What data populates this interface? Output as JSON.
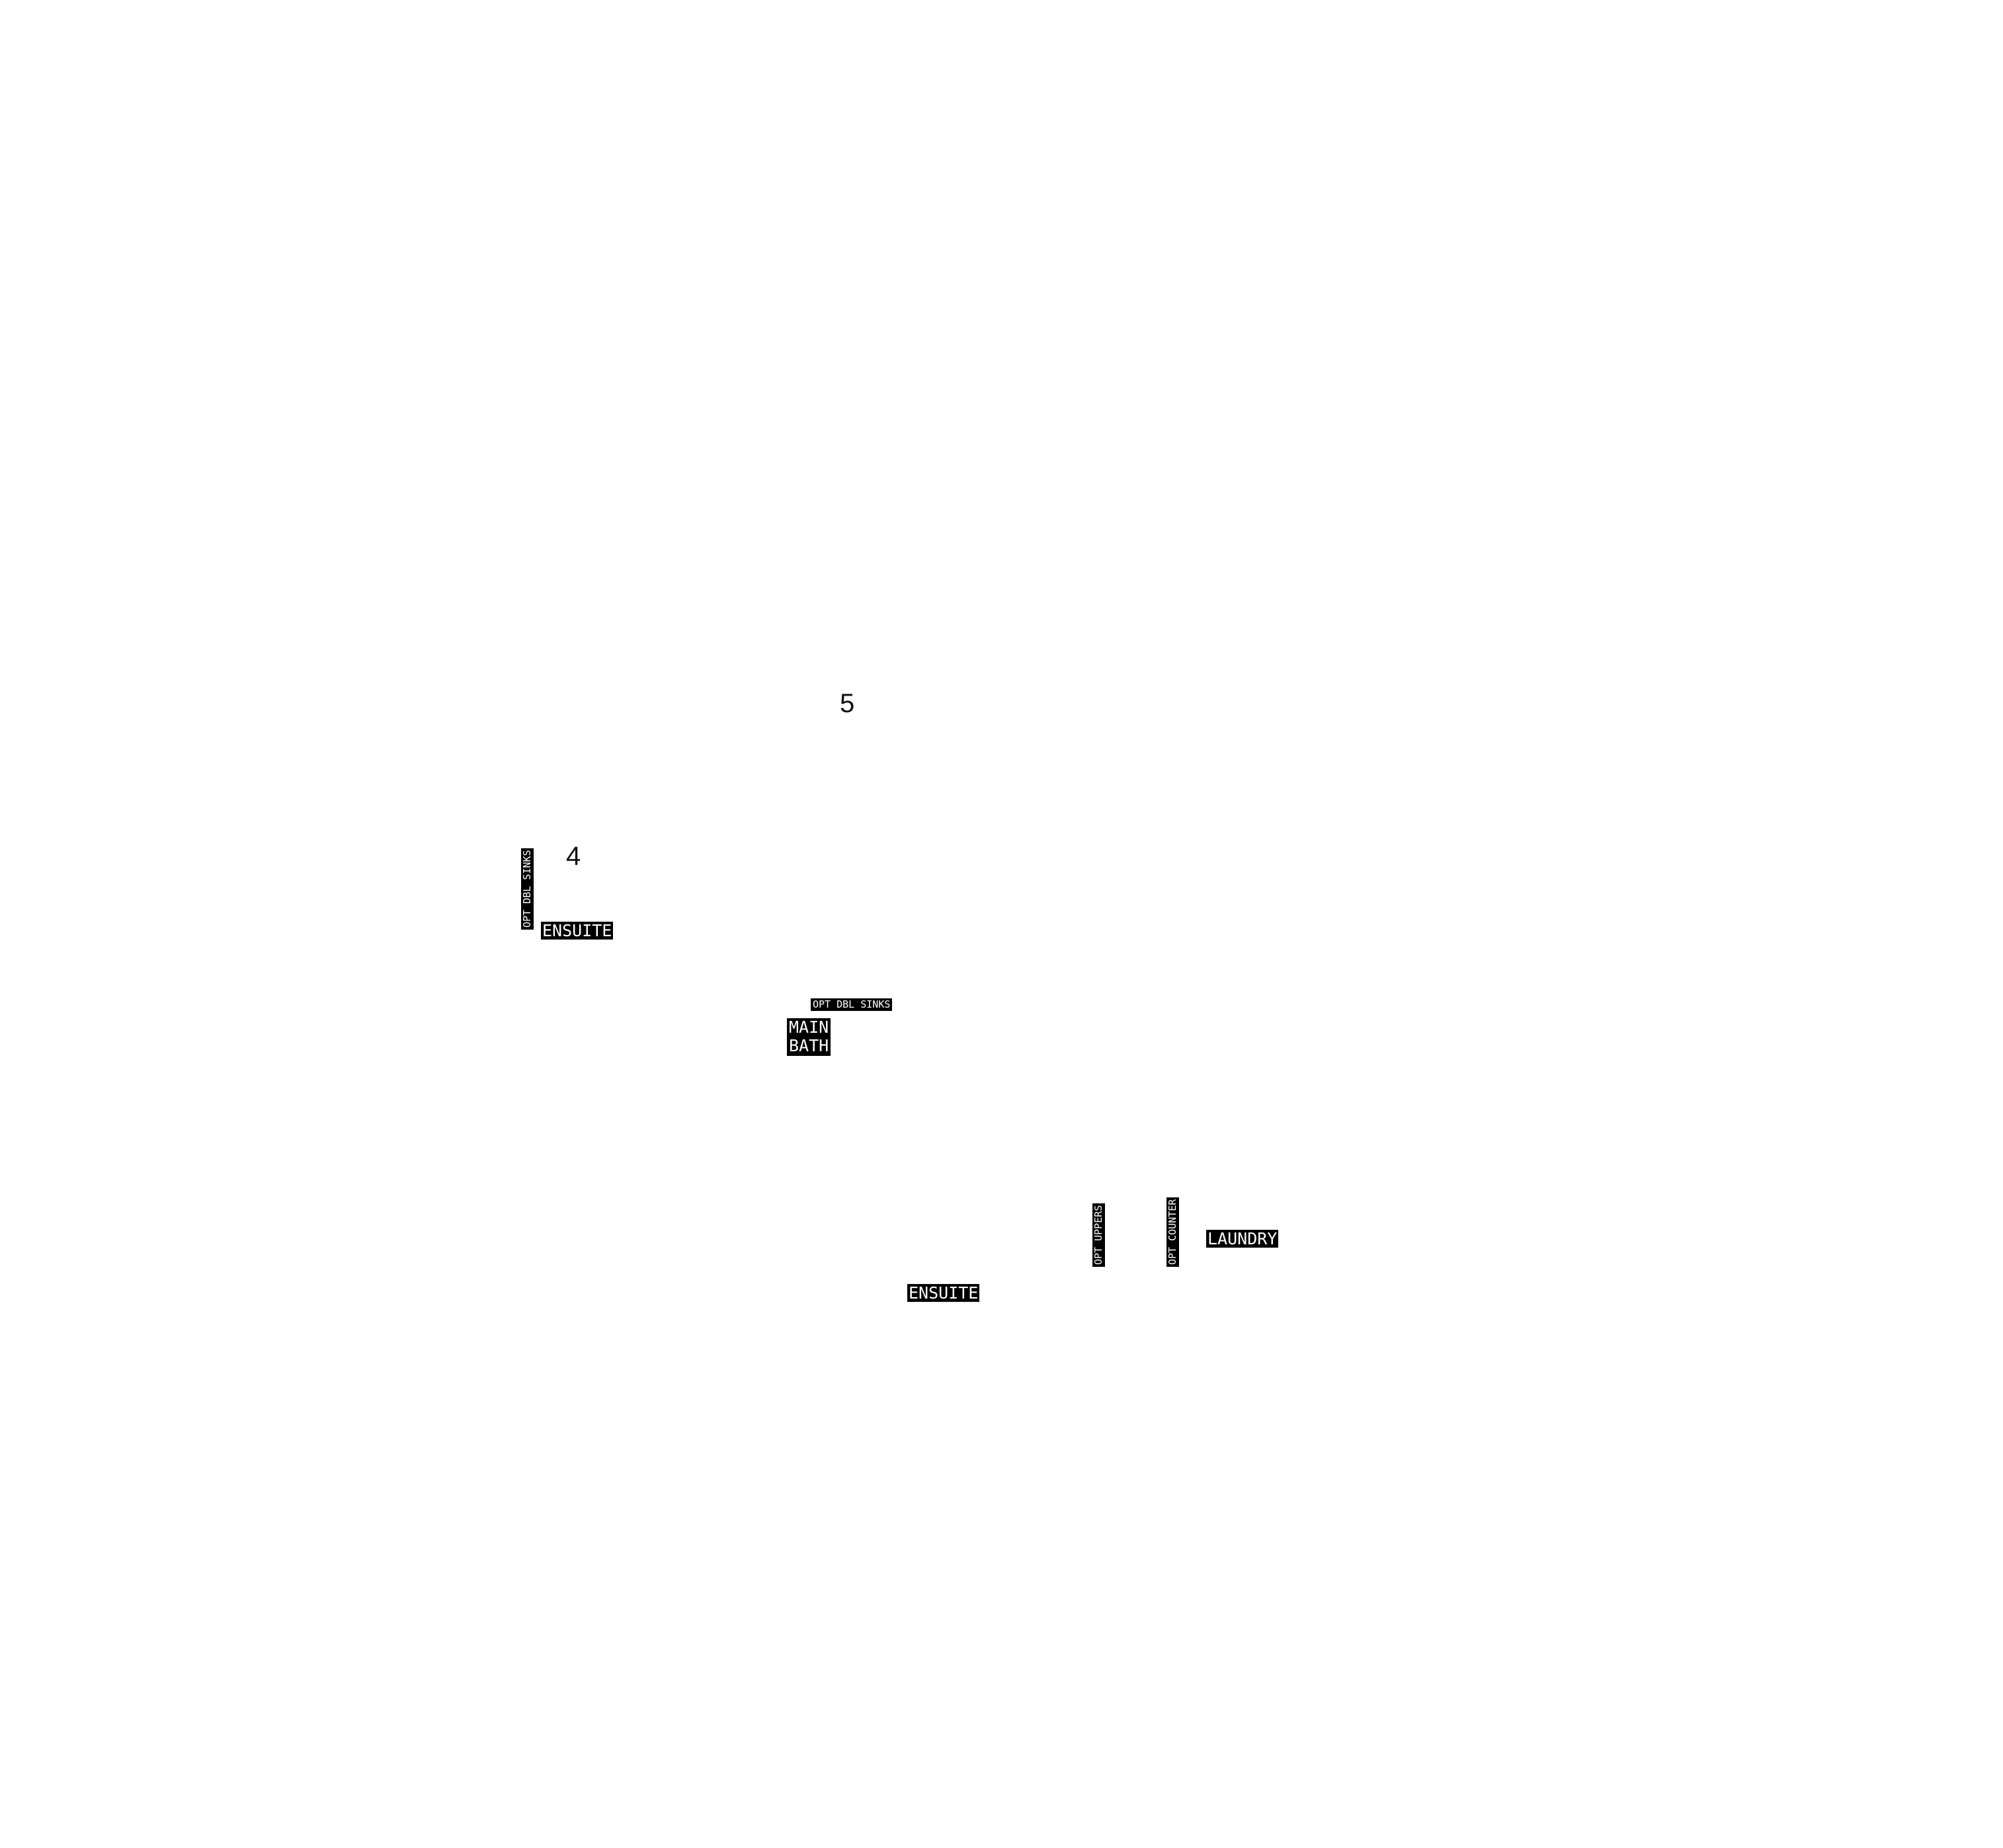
{
  "numbers": {
    "five": "5",
    "four": "4"
  },
  "labels": {
    "ensuite_top": "ENSUITE",
    "opt_dbl_sinks_vertical": "OPT DBL SINKS",
    "opt_dbl_sinks_horizontal": "OPT DBL SINKS",
    "main_bath_line1": "MAIN",
    "main_bath_line2": "BATH",
    "opt_uppers": "OPT UPPERS",
    "opt_counter": "OPT COUNTER",
    "laundry": "LAUNDRY",
    "ensuite_bottom": "ENSUITE"
  },
  "colors": {
    "background": "#ffffff",
    "tag_fill": "#000000",
    "tag_text": "#ffffff",
    "number_text": "#111111"
  }
}
